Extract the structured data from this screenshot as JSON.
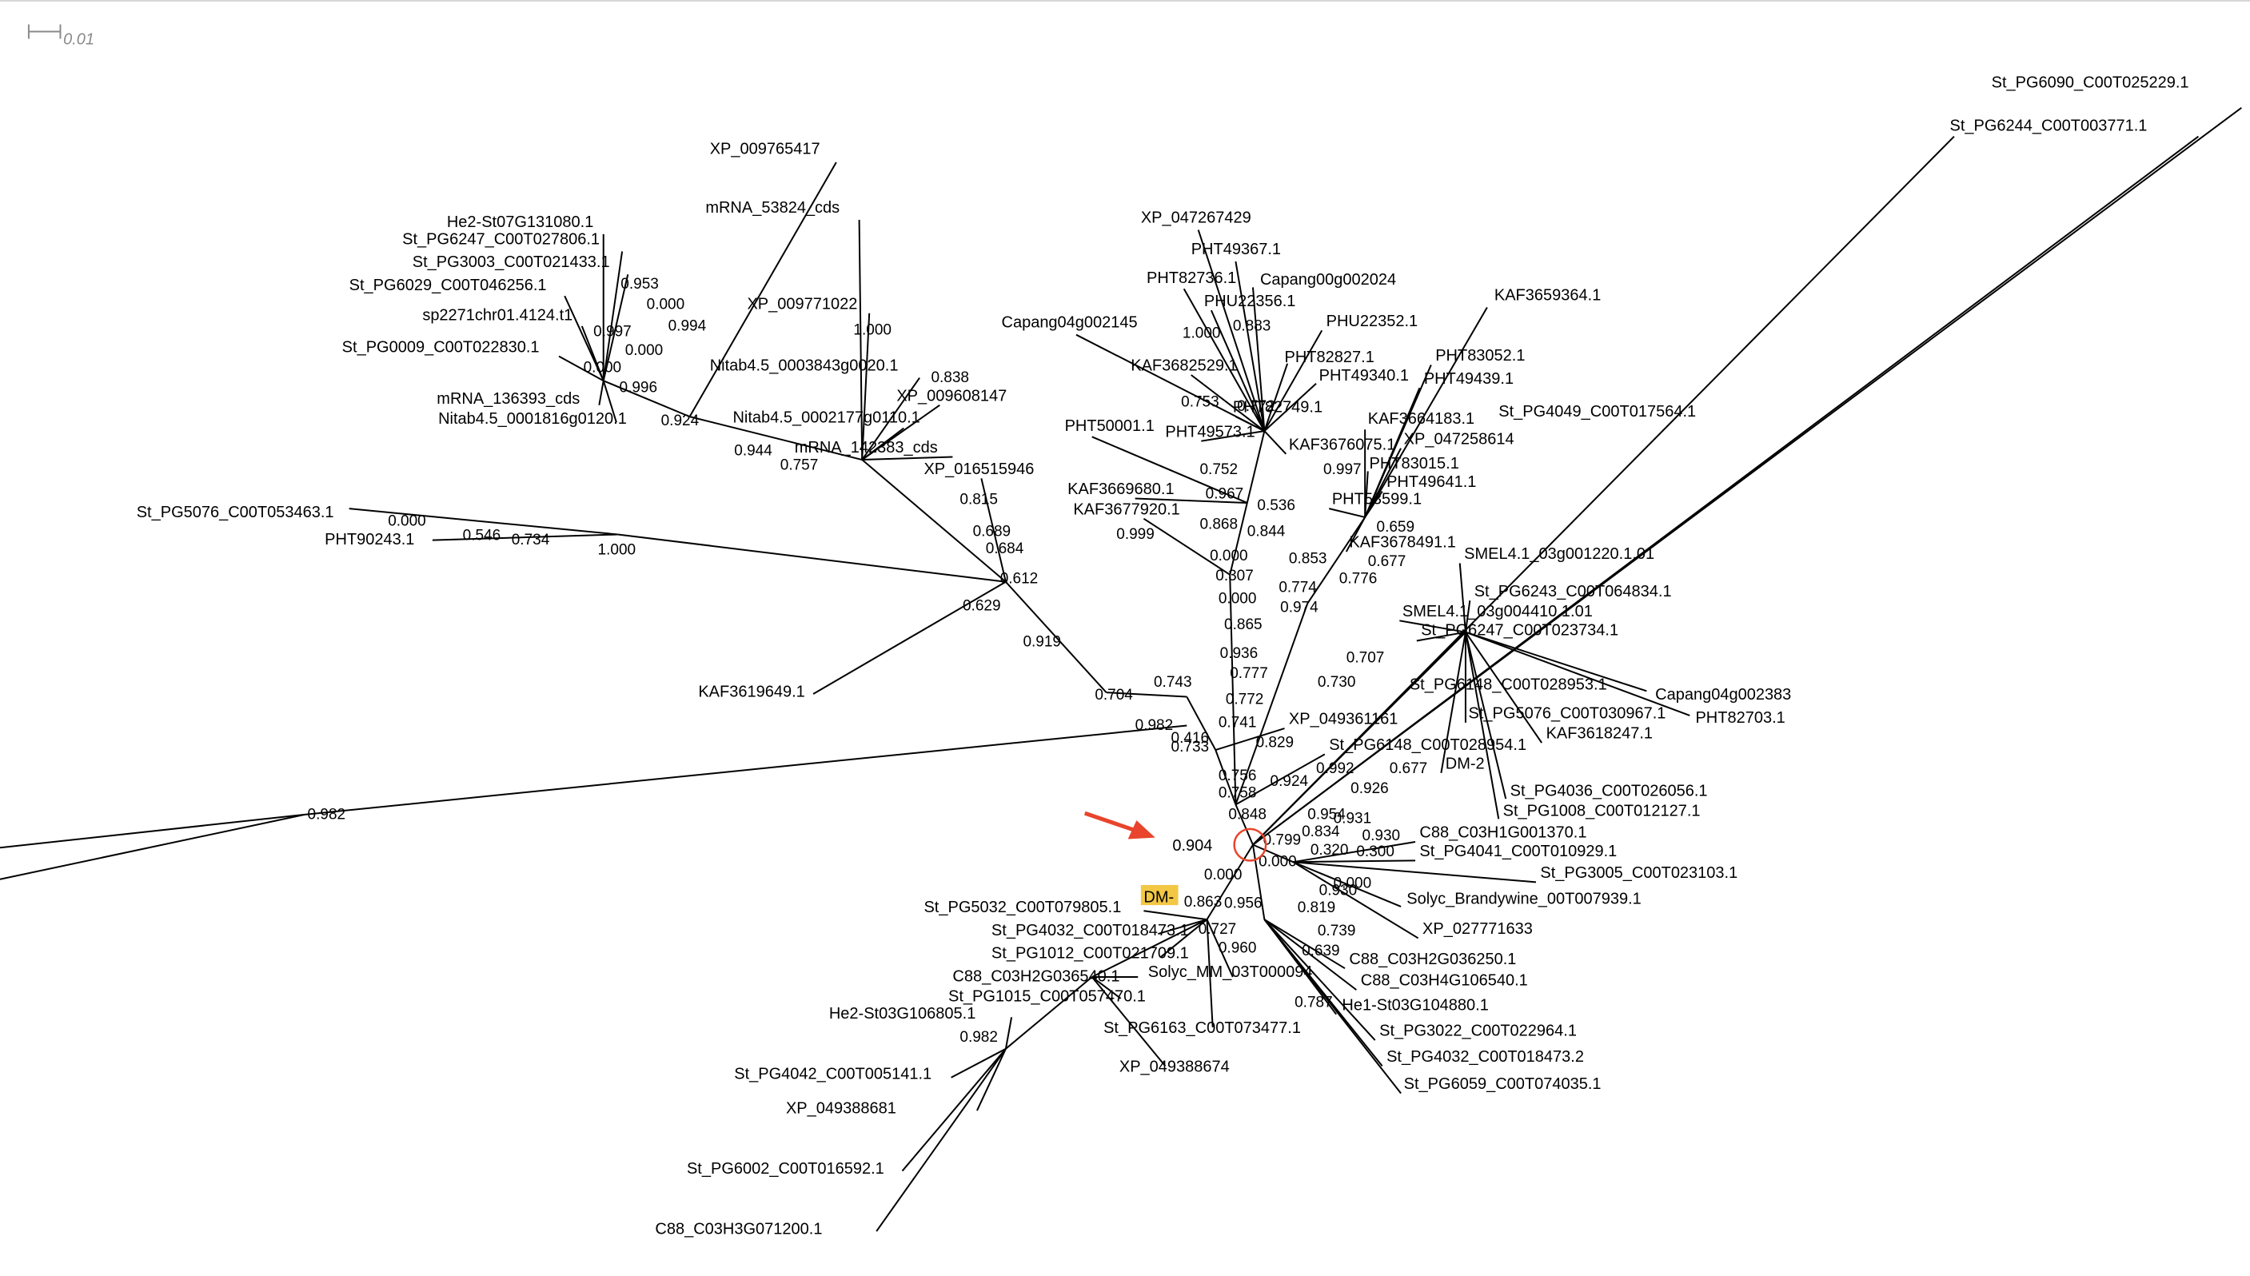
{
  "scale_bar": {
    "value": "0.01"
  },
  "colors": {
    "line": "#000000",
    "text": "#000000",
    "scale_text": "#8a8a8a",
    "arrow": "#e8452c",
    "highlight": "#f2c744"
  },
  "root_support": "0.904",
  "highlight_label": "DM-",
  "leaves": [
    "XP_009765417",
    "mRNA_53824_cds",
    "He2-St07G131080.1",
    "St_PG6247_C00T027806.1",
    "St_PG3003_C00T021433.1",
    "St_PG6029_C00T046256.1",
    "sp2271chr01.4124.t1",
    "St_PG0009_C00T022830.1",
    "mRNA_136393_cds",
    "Nitab4.5_0001816g0120.1",
    "XP_009771022",
    "Nitab4.5_0003843g0020.1",
    "XP_009608147",
    "Nitab4.5_0002177g0110.1",
    "mRNA_142383_cds",
    "XP_016515946",
    "St_PG5076_C00T053463.1",
    "PHT90243.1",
    "KAF3619649.1",
    "XP_047267429",
    "PHT49367.1",
    "PHT82736.1",
    "Capang00g002024",
    "PHU22356.1",
    "PHU22352.1",
    "Capang04g002145",
    "KAF3682529.1",
    "PHT82827.1",
    "PHT49340.1",
    "PHT83052.1",
    "PHT49439.1",
    "KAF3659364.1",
    "PHT82749.1",
    "PHT50001.1",
    "PHT49573.1",
    "KAF3664183.1",
    "XP_047258614",
    "KAF3676075.1",
    "St_PG4049_C00T017564.1",
    "PHT83015.1",
    "PHT49641.1",
    "KAF3669680.1",
    "KAF3677920.1",
    "PHT53599.1",
    "KAF3678491.1",
    "SMEL4.1_03g001220.1.01",
    "St_PG6243_C00T064834.1",
    "SMEL4.1_03g004410.1.01",
    "St_PG6247_C00T023734.1",
    "St_PG6148_C00T028953.1",
    "Capang04g002383",
    "St_PG5076_C00T030967.1",
    "PHT82703.1",
    "XP_049361161",
    "KAF3618247.1",
    "St_PG6148_C00T028954.1",
    "DM-2",
    "St_PG4036_C00T026056.1",
    "St_PG1008_C00T012127.1",
    "C88_C03H1G001370.1",
    "St_PG4041_C00T010929.1",
    "St_PG3005_C00T023103.1",
    "Solyc_Brandywine_00T007939.1",
    "XP_027771633",
    "C88_C03H2G036250.1",
    "C88_C03H4G106540.1",
    "He1-St03G104880.1",
    "St_PG3022_C00T022964.1",
    "St_PG4032_C00T018473.2",
    "St_PG6059_C00T074035.1",
    "St_PG6163_C00T073477.1",
    "XP_049388674",
    "Solyc_MM_03T000094",
    "St_PG5032_C00T079805.1",
    "St_PG4032_C00T018473.1",
    "St_PG1012_C00T021709.1",
    "C88_C03H2G036540.1",
    "St_PG1015_C00T057470.1",
    "He2-St03G106805.1",
    "St_PG4042_C00T005141.1",
    "XP_049388681",
    "St_PG6002_C00T016592.1",
    "C88_C03H3G071200.1",
    "St_PG6090_C00T025229.1",
    "St_PG6244_C00T003771.1"
  ],
  "support_values": [
    "0.953",
    "0.000",
    "0.994",
    "0.997",
    "0.000",
    "0.000",
    "0.996",
    "0.924",
    "0.944",
    "0.757",
    "1.000",
    "0.838",
    "0.815",
    "0.689",
    "0.684",
    "0.612",
    "0.629",
    "0.919",
    "0.000",
    "0.546",
    "0.734",
    "1.000",
    "0.743",
    "0.704",
    "0.982",
    "0.416",
    "0.733",
    "0.982",
    "1.000",
    "0.883",
    "0.753",
    "0.772",
    "0.752",
    "0.967",
    "0.868",
    "0.536",
    "0.844",
    "0.000",
    "0.307",
    "0.000",
    "0.865",
    "0.936",
    "0.777",
    "0.772",
    "0.741",
    "0.829",
    "0.756",
    "0.758",
    "0.848",
    "0.997",
    "0.853",
    "0.974",
    "0.774",
    "0.659",
    "0.677",
    "0.776",
    "0.707",
    "0.730",
    "0.924",
    "0.992",
    "0.926",
    "0.677",
    "0.954",
    "0.931",
    "0.834",
    "0.930",
    "0.320",
    "0.300",
    "0.000",
    "0.000",
    "0.799",
    "0.000",
    "0.930",
    "0.819",
    "0.739",
    "0.639",
    "0.787",
    "0.956",
    "0.960",
    "0.727",
    "0.863",
    "0.982",
    "0.999"
  ]
}
